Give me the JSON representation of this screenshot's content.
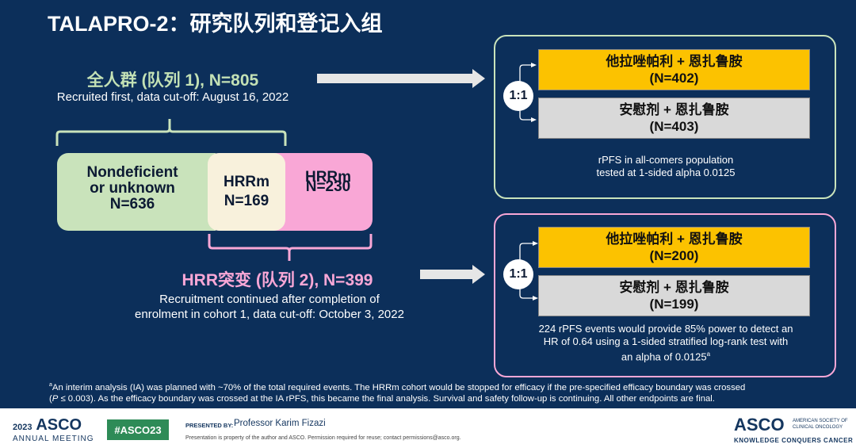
{
  "slide": {
    "title": "TALAPRO-2：研究队列和登记入组",
    "cohort1": {
      "title": "全人群 (队列 1), N=805",
      "subtitle": "Recruited first, data cut-off: August 16, 2022"
    },
    "cohort2": {
      "title": "HRR突变 (队列 2), N=399",
      "subtitle_line1": "Recruitment continued after completion of",
      "subtitle_line2": "enrolment in cohort 1, data cut-off: October 3, 2022"
    },
    "groups": {
      "nondeficient_line1": "Nondeficient",
      "nondeficient_line2": "or unknown",
      "nondeficient_n": "N=636",
      "hrrm_cream_label": "HRRm",
      "hrrm_cream_n": "N=169",
      "hrrm_pink_label": "HRRm",
      "hrrm_pink_n": "N=230"
    },
    "panel_top": {
      "ratio": "1:1",
      "arm1_label": "他拉唑帕利 + 恩扎鲁胺",
      "arm1_n": "(N=402)",
      "arm2_label": "安慰剂 + 恩扎鲁胺",
      "arm2_n": "(N=403)",
      "note_line1": "rPFS in all-comers population",
      "note_line2": "tested at 1-sided alpha 0.0125"
    },
    "panel_bottom": {
      "ratio": "1:1",
      "arm1_label": "他拉唑帕利 + 恩扎鲁胺",
      "arm1_n": "(N=200)",
      "arm2_label": "安慰剂 + 恩扎鲁胺",
      "arm2_n": "(N=199)",
      "note_line1": "224 rPFS events would provide 85% power to detect an",
      "note_line2": "HR of 0.64 using a 1-sided stratified log-rank test with",
      "note_line3": "an alpha of 0.0125",
      "note_sup": "a"
    },
    "footnote_sup": "a",
    "footnote_line1": "An interim analysis (IA) was planned with ~70% of the total required events. The HRRm cohort would be stopped for efficacy if the pre-specified efficacy boundary was crossed",
    "footnote_line2_p": "P",
    "footnote_line2": " ≤ 0.003). As the efficacy boundary was crossed at the IA rPFS, this became the final analysis. Survival and safety follow-up is continuing. All other endpoints are final."
  },
  "footer": {
    "year": "2023",
    "asco": "ASCO",
    "meeting": "ANNUAL MEETING",
    "hashtag": "#ASCO23",
    "presented_by": "PRESENTED BY:",
    "presenter": "Professor Karim Fizazi",
    "property_note": "Presentation is property of the author and ASCO. Permission required for reuse; contact permissions@asco.org.",
    "asco_logo": "ASCO",
    "society_line1": "AMERICAN SOCIETY OF",
    "society_line2": "CLINICAL ONCOLOGY",
    "tagline": "KNOWLEDGE CONQUERS CANCER"
  },
  "colors": {
    "background": "#0c2f5a",
    "green": "#c9e3bb",
    "pink": "#f9a7d6",
    "cream": "#f8f1dc",
    "gold": "#fcc200",
    "grey": "#d9d9d9"
  }
}
